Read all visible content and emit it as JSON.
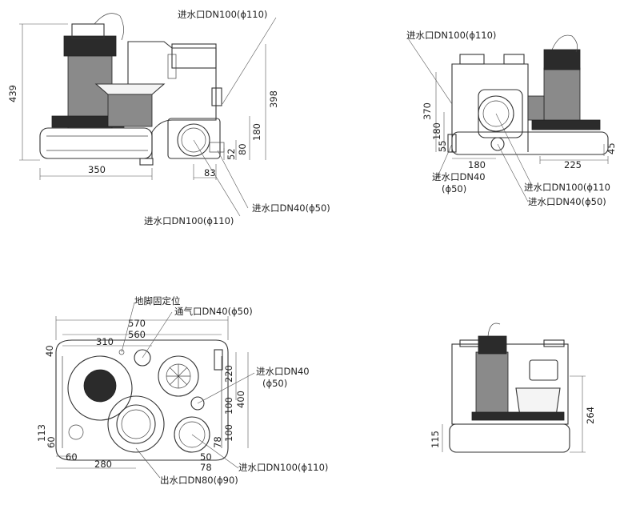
{
  "views": {
    "front": {
      "dims": {
        "h439": "439",
        "w350": "350",
        "h398": "398",
        "h180": "180",
        "h80": "80",
        "h52": "52",
        "w83": "83"
      },
      "labels": {
        "inlet_top": "进水口DN100(ϕ110)",
        "inlet_bottom": "进水口DN100(ϕ110)",
        "inlet_small": "进水口DN40(ϕ50)"
      }
    },
    "side": {
      "dims": {
        "h370": "370",
        "h180": "180",
        "h55": "55",
        "w180": "180",
        "w225": "225",
        "h45": "45"
      },
      "labels": {
        "inlet_top": "进水口DN100(ϕ110)",
        "inlet_left_1": "进水口DN40",
        "inlet_left_2": "(ϕ50)",
        "inlet_right": "进水口DN100(ϕ110",
        "inlet_right_small": "进水口DN40(ϕ50)"
      }
    },
    "top": {
      "dims": {
        "w570": "570",
        "w560": "560",
        "w310": "310",
        "h40": "40",
        "h220": "220",
        "h400": "400",
        "h100a": "100",
        "h78": "78",
        "h100b": "100",
        "h113": "113",
        "h60": "60",
        "w60": "60",
        "w280": "280",
        "w50": "50",
        "w78": "78"
      },
      "labels": {
        "anchor": "地脚固定位",
        "vent": "通气口DN40(ϕ50)",
        "inlet_small_1": "进水口DN40",
        "inlet_small_2": "(ϕ50)",
        "inlet_big": "进水口DN100(ϕ110)",
        "outlet": "出水口DN80(ϕ90)"
      }
    },
    "rear": {
      "dims": {
        "h264": "264",
        "h115": "115"
      }
    }
  }
}
